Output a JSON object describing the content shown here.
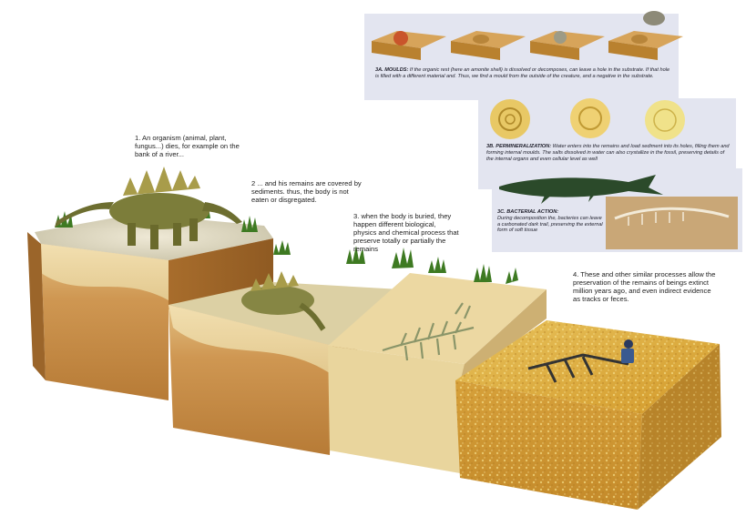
{
  "captions": {
    "step1": "1. An organism (animal, plant, fungus...) dies, for example on the bank of a river...",
    "step2": "2 ... and his remains are covered by sediments. thus, the body is not eaten or disgregated.",
    "step3": "3. when the body is buried, they happen different biological, physics and chemical process that preserve totally or partially the remains",
    "step4": "4. These and other similar processes allow the preservation of the remains of beings extinct million years ago, and even indirect evidence as tracks or feces."
  },
  "panels": {
    "moulds": {
      "title": "3A. MOULDS:",
      "text": "If the organic rest (here an amonite shell) is dissolved or decomposes, can leave a hole in the substrate. If that hole is filled with a different material and. Thus, we find a mould from the outside of the creature, and a negative in the substrate."
    },
    "permineralization": {
      "title": "3B. PERMINERALIZATION:",
      "text": "Water enters into the remains and load sediment into its holes, filling them and forming internal moulds. The salts dissolved in water can also crystallize in the fossil, preserving details of the internal organs and even cellular level as well"
    },
    "bacterial": {
      "title": "3C. BACTERIAL ACTION:",
      "text": "During decomposition the, bacteries can leave a carbonated dark trail, preserving the external form of soft tissue"
    }
  },
  "colors": {
    "sand_top": "#e9d7a6",
    "soil_front": "#c98f48",
    "soil_side": "#a8702f",
    "gold_block": "#d9a63b",
    "grass": "#3e7a22",
    "panel_bg": "#e3e5f0",
    "dino": "#7c7d3a"
  }
}
